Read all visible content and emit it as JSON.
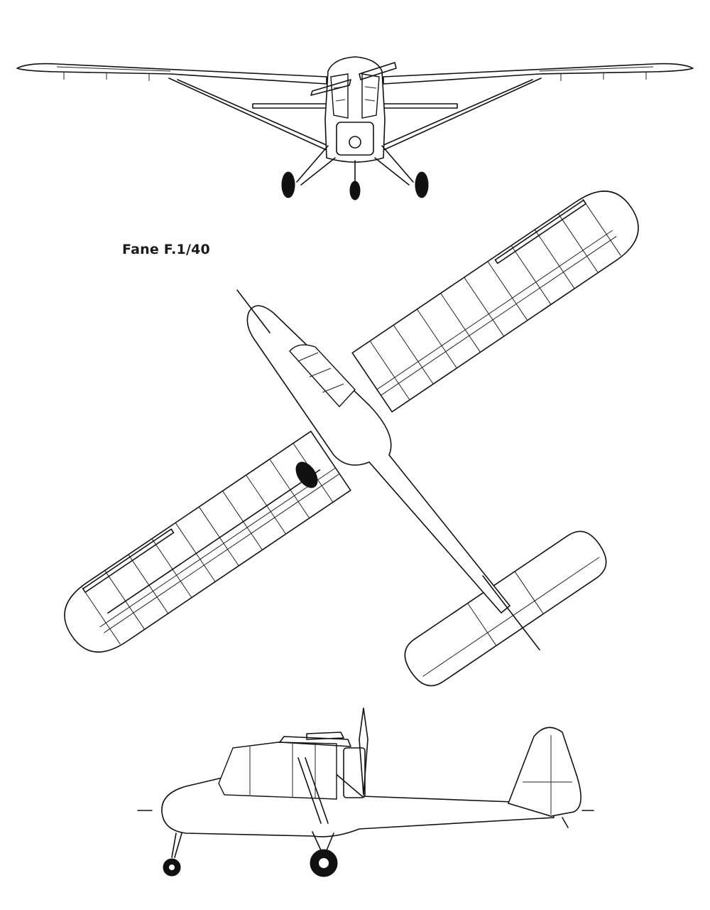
{
  "drawing": {
    "title": "Fane F.1/40",
    "views": [
      {
        "name": "front-view"
      },
      {
        "name": "top-view"
      },
      {
        "name": "side-view"
      }
    ],
    "line_color": "#111111",
    "background": "#ffffff"
  }
}
